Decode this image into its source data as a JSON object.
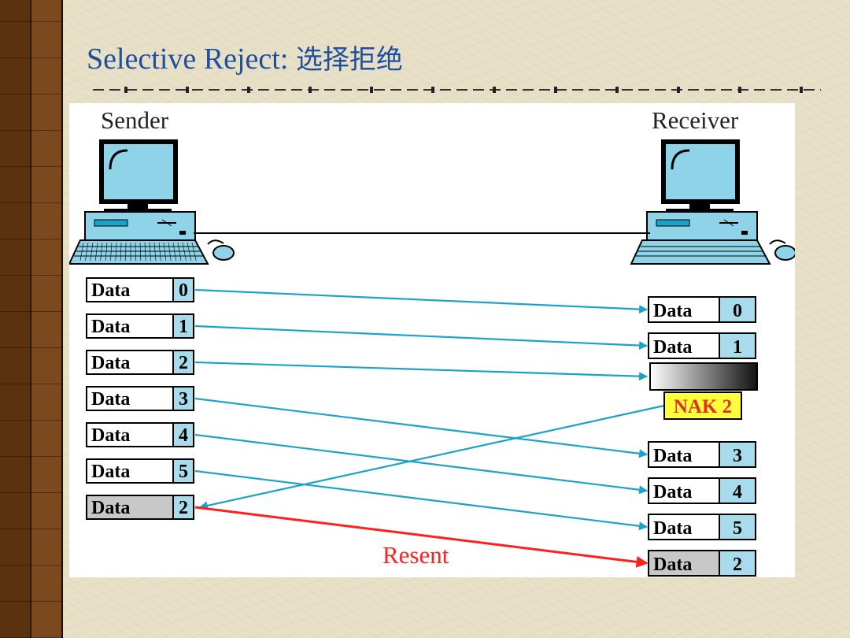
{
  "title": {
    "main": "Selective Reject",
    "sep": ":",
    "cjk": "选择拒绝"
  },
  "stations": {
    "sender": "Sender",
    "receiver": "Receiver"
  },
  "frame_word": "Data",
  "sender_frames": [
    {
      "seq": "0",
      "resent": false
    },
    {
      "seq": "1",
      "resent": false
    },
    {
      "seq": "2",
      "resent": false
    },
    {
      "seq": "3",
      "resent": false
    },
    {
      "seq": "4",
      "resent": false
    },
    {
      "seq": "5",
      "resent": false
    },
    {
      "seq": "2",
      "resent": true
    }
  ],
  "receiver_slots": [
    {
      "kind": "frame",
      "seq": "0",
      "resent": false
    },
    {
      "kind": "frame",
      "seq": "1",
      "resent": false
    },
    {
      "kind": "damaged"
    },
    {
      "kind": "nak",
      "text": "NAK 2"
    },
    {
      "kind": "frame",
      "seq": "3",
      "resent": false
    },
    {
      "kind": "frame",
      "seq": "4",
      "resent": false
    },
    {
      "kind": "frame",
      "seq": "5",
      "resent": false
    },
    {
      "kind": "frame",
      "seq": "2",
      "resent": true
    }
  ],
  "arrows": [
    {
      "from": "s0",
      "to": "r0",
      "kind": "data"
    },
    {
      "from": "s1",
      "to": "r1",
      "kind": "data"
    },
    {
      "from": "s2",
      "to": "r2",
      "kind": "data"
    },
    {
      "from": "s3",
      "to": "r4",
      "kind": "data"
    },
    {
      "from": "s4",
      "to": "r5",
      "kind": "data"
    },
    {
      "from": "s5",
      "to": "r6",
      "kind": "data"
    },
    {
      "from": "r3",
      "to": "s6",
      "kind": "nak"
    },
    {
      "from": "s6",
      "to": "r7",
      "kind": "resent"
    }
  ],
  "resent_label": "Resent",
  "colors": {
    "title": "#1f4e9c",
    "data_arrow": "#1aa3c8",
    "resent_arrow": "#ff1f1f",
    "resent_label": "#ff2020",
    "frame_seq_cell": "#a8dcec",
    "resent_frame_fill": "#c8c8c8",
    "nak_fill": "#ffff3a",
    "nak_text": "#e0302a",
    "computer": "#8fd3e8"
  },
  "icons": [
    "sender-computer-icon",
    "receiver-computer-icon"
  ]
}
